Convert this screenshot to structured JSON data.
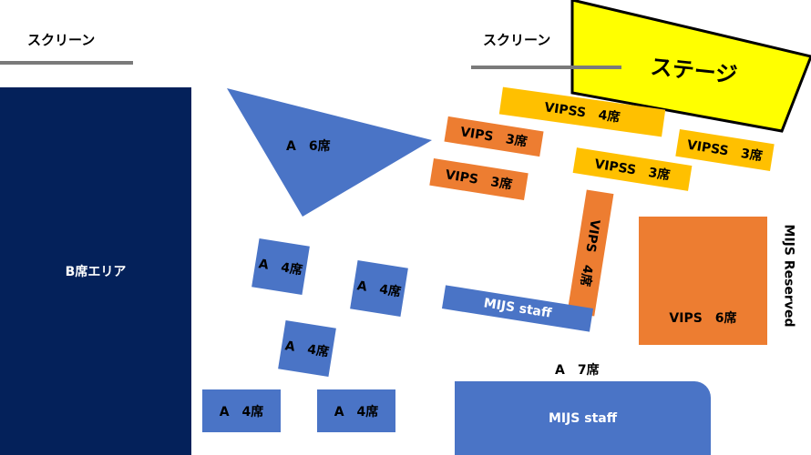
{
  "colors": {
    "navy": "#04215a",
    "blue": "#4a74c6",
    "orange": "#ed7d31",
    "gold": "#ffc000",
    "stage": "#ffff00",
    "screen_line": "#7a7a7a"
  },
  "screens": {
    "left": "スクリーン",
    "right": "スクリーン"
  },
  "stage": "ステージ",
  "areas": {
    "b_area": "B席エリア",
    "a6": "A　6席",
    "a4_1": "A　4席",
    "a4_2": "A　4席",
    "a4_3": "A　4席",
    "a4_4": "A　4席",
    "a4_5": "A　4席",
    "a7": "A　7席",
    "vips3_1": "VIPS　3席",
    "vips3_2": "VIPS　3席",
    "vipss4": "VIPSS　4席",
    "vipss3_right": "VIPSS　3席",
    "vipss3_mid": "VIPSS　3席",
    "vips4_vertical": "VIPS　4席",
    "vips6": "VIPS　6席",
    "mijs_staff_bar": "MIJS staff",
    "mijs_staff_bottom": "MIJS staff",
    "mijs_reserved": "MIJS Reserved"
  }
}
